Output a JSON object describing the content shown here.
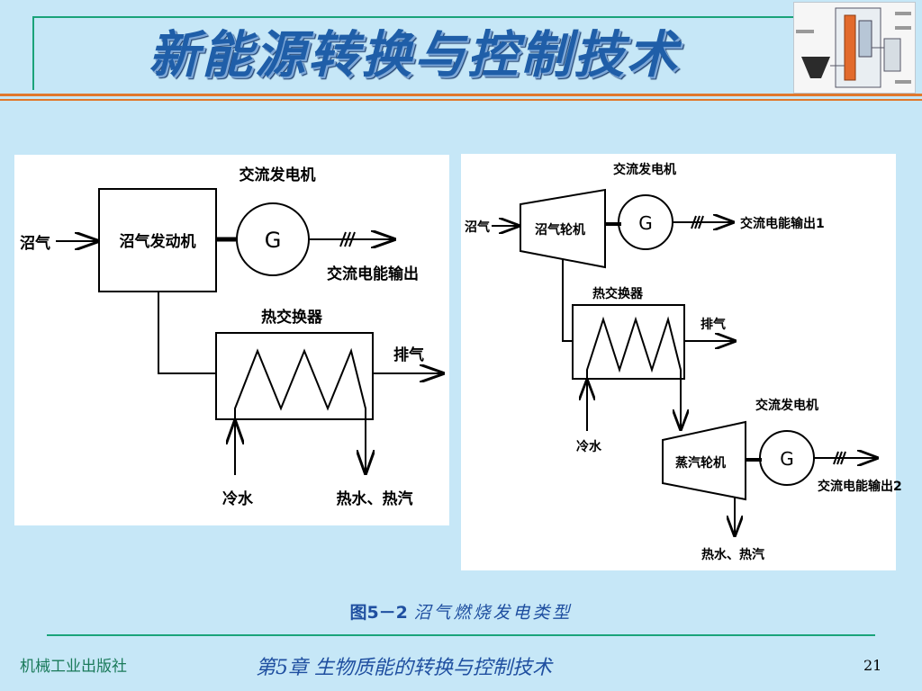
{
  "slide": {
    "title": "新能源转换与控制技术",
    "publisher": "机械工业出版社",
    "chapter": "第5章  生物质能的转换与控制技术",
    "page_number": "21"
  },
  "figure": {
    "caption_number": "图5－2 ",
    "caption_text": "沼气燃烧发电类型"
  },
  "diagram_left": {
    "input": "沼气",
    "engine": "沼气发动机",
    "generator_label": "交流发电机",
    "generator_symbol": "G",
    "output": "交流电能输出",
    "heat_exchanger": "热交换器",
    "exhaust": "排气",
    "cold_water": "冷水",
    "hot_output": "热水、热汽"
  },
  "diagram_right": {
    "input": "沼气",
    "gas_turbine": "沼气轮机",
    "generator1_label": "交流发电机",
    "generator1_symbol": "G",
    "output1": "交流电能输出1",
    "heat_exchanger": "热交换器",
    "exhaust": "排气",
    "cold_water": "冷水",
    "steam_turbine": "蒸汽轮机",
    "generator2_label": "交流发电机",
    "generator2_symbol": "G",
    "output2": "交流电能输出2",
    "hot_output": "热水、热汽"
  },
  "colors": {
    "background": "#c6e7f7",
    "title": "#1f5ea8",
    "accent_line": "#e0782c",
    "frame": "#1aa37a"
  }
}
